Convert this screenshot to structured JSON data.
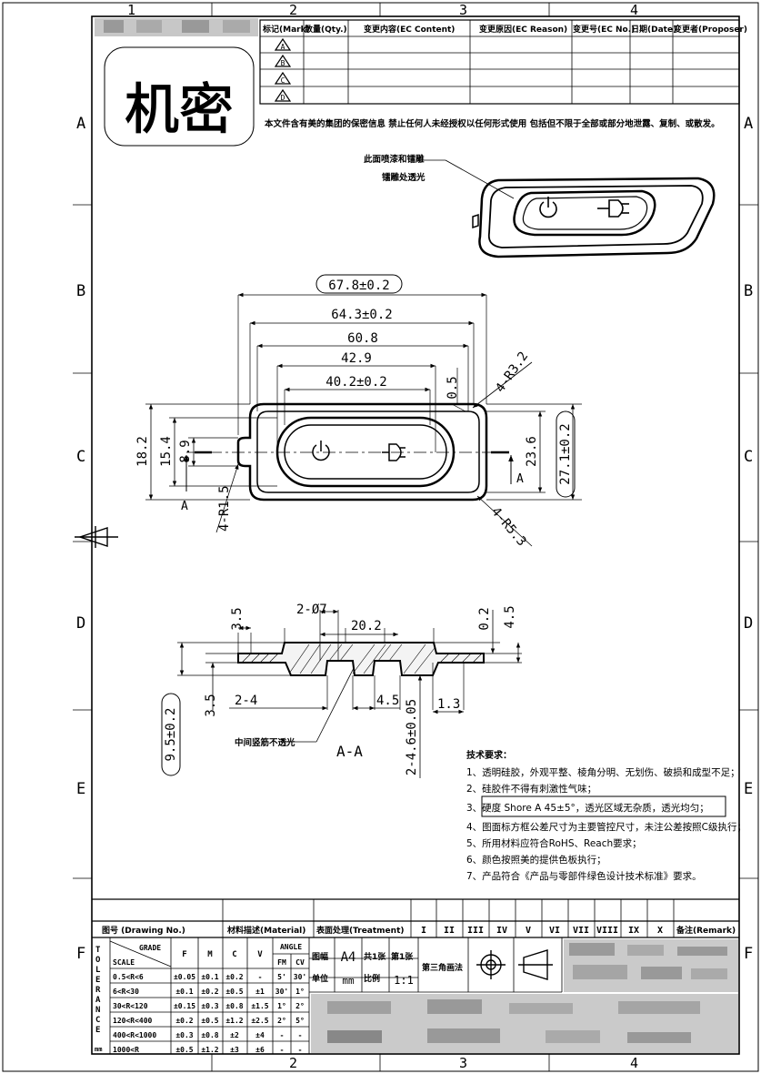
{
  "colors": {
    "ink": "#000000",
    "paper": "#ffffff",
    "blur": "#bdbdbd"
  },
  "grid": {
    "top": [
      "1",
      "2",
      "3",
      "4"
    ],
    "bottom": [
      "2",
      "3",
      "4"
    ],
    "left": [
      "A",
      "B",
      "C",
      "D",
      "E",
      "F"
    ],
    "right": [
      "A",
      "B",
      "C",
      "D",
      "E",
      "F"
    ]
  },
  "revision_table": {
    "headers": [
      "标记(Mark)",
      "数量(Qty.)",
      "变更内容(EC Content)",
      "变更原因(EC Reason)",
      "变更号(EC No.)",
      "日期(Date)",
      "变更者(Proposer)"
    ],
    "marks": [
      "A",
      "B",
      "C",
      "D"
    ]
  },
  "confidential_stamp": "机密",
  "notice": "本文件含有美的集团的保密信息  禁止任何人未经授权以任何形式使用  包括但不限于全部或部分地泄露、复制、或散发。",
  "iso_notes": {
    "line1": "此面喷漆和镭雕",
    "line2": "镭雕处透光"
  },
  "dims_top": {
    "d1": "67.8±0.2",
    "d2": "64.3±0.2",
    "d3": "60.8",
    "d4": "42.9",
    "d5": "40.2±0.2",
    "d6": "0.5",
    "r_corner": "4-R3.2",
    "r_small": "4-R1.5",
    "r_outer": "4-R5.3",
    "h1": "18.2",
    "h2": "15.4",
    "h3": "8.9",
    "h4": "23.6",
    "h5": "27.1±0.2",
    "sec_left": "A",
    "sec_right": "A"
  },
  "dims_section": {
    "a": "3.5",
    "b": "2-Ø7",
    "c": "20.2",
    "d": "0.2",
    "e": "4.5",
    "f": "9.5±0.2",
    "g": "3.5",
    "h": "2-4",
    "i": "4.5",
    "j": "2-4.6±0.05",
    "k": "1.3",
    "rib_note": "中间竖筋不透光",
    "section_label": "A-A"
  },
  "tech": {
    "title": "技术要求：",
    "items": [
      "1、透明硅胶，外观平整、棱角分明、无划伤、破损和成型不足；",
      "2、硅胶件不得有刺激性气味；",
      "3、硬度 Shore A 45±5°，透光区域无杂质，透光均匀；",
      "4、图面标方框公差尺寸为主要管控尺寸，未注公差按照C级执行；",
      "5、所用材料应符合RoHS、Reach要求；",
      "6、颜色按照美的提供色板执行；",
      "7、产品符合《产品与零部件绿色设计技术标准》要求。"
    ]
  },
  "title_block": {
    "drawing_no": "图号 (Drawing No.)",
    "material": "材料描述(Material)",
    "treatment": "表面处理(Treatment)",
    "roman": [
      "I",
      "II",
      "III",
      "IV",
      "V",
      "VI",
      "VII",
      "VIII",
      "IX",
      "X"
    ],
    "remark": "备注(Remark)",
    "sheet_size_label": "图幅",
    "sheet_size": "A4",
    "sheets": "共1张",
    "sheet_no": "第1张",
    "unit_label": "单位",
    "unit": "mm",
    "scale_label": "比例",
    "scale": "1:1",
    "projection": "第三角画法"
  },
  "tolerance": {
    "side": [
      "T",
      "O",
      "L",
      "E",
      "R",
      "A",
      "N",
      "C",
      "E",
      "mm"
    ],
    "grade": "GRADE",
    "scale": "SCALE",
    "cols": [
      "F",
      "M",
      "C",
      "V"
    ],
    "angle": "ANGLE",
    "fm": "FM",
    "cv": "CV",
    "rows": [
      {
        "r": "0.5<R<6",
        "f": "±0.05",
        "m": "±0.1",
        "c": "±0.2",
        "v": "-",
        "fm": "5'",
        "cv": "30'"
      },
      {
        "r": "6<R<30",
        "f": "±0.1",
        "m": "±0.2",
        "c": "±0.5",
        "v": "±1",
        "fm": "30'",
        "cv": "1°"
      },
      {
        "r": "30<R<120",
        "f": "±0.15",
        "m": "±0.3",
        "c": "±0.8",
        "v": "±1.5",
        "fm": "1°",
        "cv": "2°"
      },
      {
        "r": "120<R<400",
        "f": "±0.2",
        "m": "±0.5",
        "c": "±1.2",
        "v": "±2.5",
        "fm": "2°",
        "cv": "5°"
      },
      {
        "r": "400<R<1000",
        "f": "±0.3",
        "m": "±0.8",
        "c": "±2",
        "v": "±4",
        "fm": "-",
        "cv": "-"
      },
      {
        "r": "1000<R",
        "f": "±0.5",
        "m": "±1.2",
        "c": "±3",
        "v": "±6",
        "fm": "-",
        "cv": "-"
      }
    ]
  }
}
